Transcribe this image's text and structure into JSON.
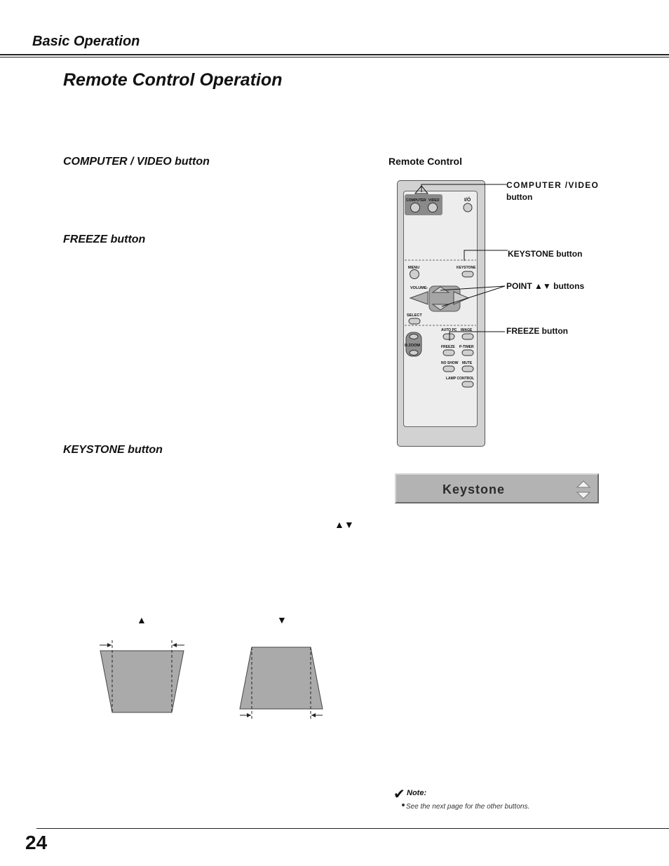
{
  "header": {
    "section_title": "Basic Operation"
  },
  "page": {
    "heading": "Remote Control Operation",
    "number": "24"
  },
  "sections": {
    "computer_video": {
      "title": "COMPUTER / VIDEO button"
    },
    "freeze": {
      "title": "FREEZE button"
    },
    "keystone": {
      "title": "KEYSTONE button",
      "arrows": "▲▼"
    }
  },
  "remote": {
    "caption": "Remote Control",
    "callouts": {
      "computer_video": "COMPUTER   /VIDEO",
      "computer_video_2": "button",
      "keystone": "KEYSTONE button",
      "point_prefix": "POINT",
      "point_arrows": "▲▼",
      "point_suffix": "buttons",
      "freeze": "FREEZE button"
    },
    "labels": {
      "computer": "COMPUTER",
      "video": "VIDEO",
      "power": "I/Ö",
      "menu": "MENU",
      "keystone": "KEYSTONE",
      "volume": "VOLUME-",
      "select": "SELECT",
      "auto_pc": "AUTO PC",
      "image": "IMAGE",
      "dzoom": "D.ZOOM",
      "freeze": "FREEZE",
      "p_timer": "P-TIMER",
      "no_show": "NO SHOW",
      "mute": "MUTE",
      "lamp_control": "LAMP CONTROL"
    }
  },
  "keystone_dialog": {
    "label": "Keystone"
  },
  "diagram": {
    "up_arrow": "▲",
    "down_arrow": "▼"
  },
  "note": {
    "check": "✔",
    "label": "Note:",
    "text": "See the next page for the other buttons."
  }
}
